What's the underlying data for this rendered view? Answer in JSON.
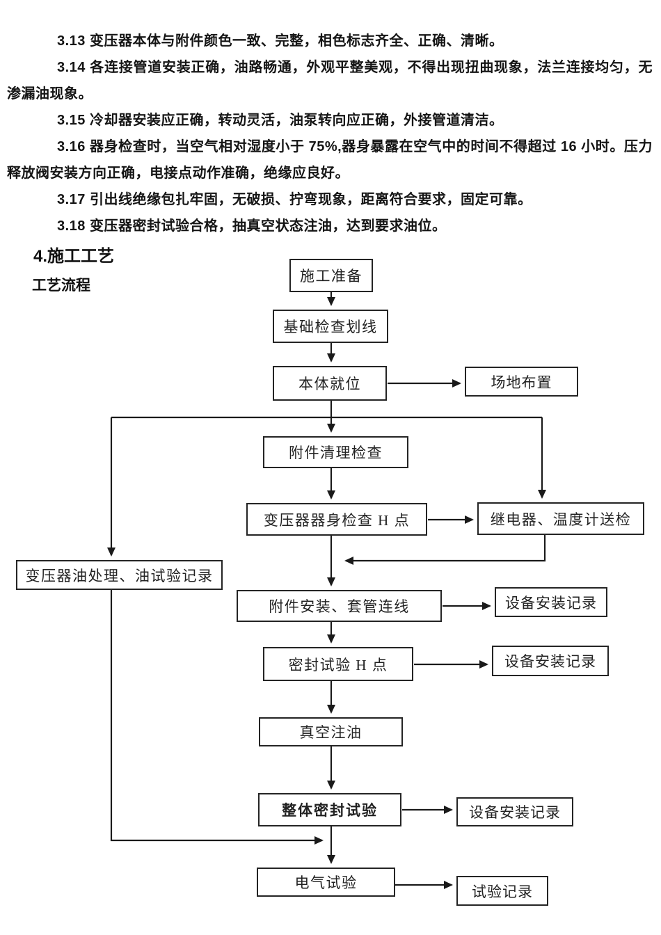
{
  "document": {
    "paragraphs": [
      "3.13 变压器本体与附件颜色一致、完整，相色标志齐全、正确、清晰。",
      "3.14 各连接管道安装正确，油路畅通，外观平整美观，不得出现扭曲现象，法兰连接均匀，无渗漏油现象。",
      "3.15 冷却器安装应正确，转动灵活，油泵转向应正确，外接管道清洁。",
      "3.16 器身检查时，当空气相对湿度小于 75%,器身暴露在空气中的时间不得超过 16 小时。压力释放阀安装方向正确，电接点动作准确，绝缘应良好。",
      "3.17 引出线绝缘包扎牢固，无破损、拧弯现象，距离符合要求，固定可靠。",
      "3.18 变压器密封试验合格，抽真空状态注油，达到要求油位。"
    ],
    "section_heading": "4.施工工艺",
    "flow_label": "工艺流程"
  },
  "flowchart": {
    "nodes": [
      {
        "label": "施工准备"
      },
      {
        "label": "基础检查划线"
      },
      {
        "label": "本体就位"
      },
      {
        "label": "场地布置"
      },
      {
        "label": "附件清理检查"
      },
      {
        "label": "变压器器身检查 H 点"
      },
      {
        "label": "继电器、温度计送检"
      },
      {
        "label": "变压器油处理、油试验记录"
      },
      {
        "label": "附件安装、套管连线"
      },
      {
        "label": "设备安装记录"
      },
      {
        "label": "密封试验 H 点"
      },
      {
        "label": "设备安装记录"
      },
      {
        "label": "真空注油"
      },
      {
        "label": "整体密封试验"
      },
      {
        "label": "设备安装记录"
      },
      {
        "label": "电气试验"
      },
      {
        "label": "试验记录"
      }
    ]
  },
  "colors": {
    "ink": "#1a1a1a",
    "background": "#ffffff"
  }
}
